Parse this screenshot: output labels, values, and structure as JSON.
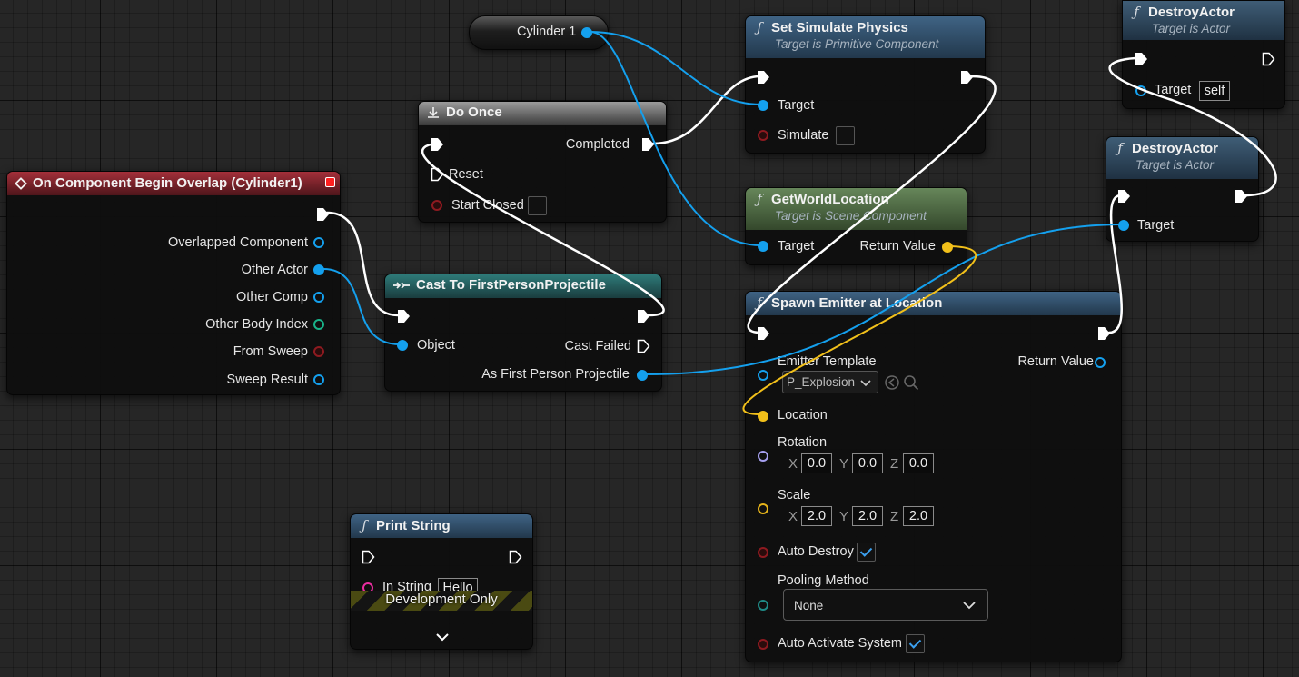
{
  "variable": {
    "label": "Cylinder 1"
  },
  "event_node": {
    "title": "On Component Begin Overlap (Cylinder1)",
    "pins": [
      "Overlapped Component",
      "Other Actor",
      "Other Comp",
      "Other Body Index",
      "From Sweep",
      "Sweep Result"
    ]
  },
  "do_once": {
    "title": "Do Once",
    "completed": "Completed",
    "reset": "Reset",
    "start_closed": "Start Closed"
  },
  "cast": {
    "title": "Cast To FirstPersonProjectile",
    "object": "Object",
    "cast_failed": "Cast Failed",
    "as_output": "As First Person Projectile"
  },
  "set_simulate": {
    "title": "Set Simulate Physics",
    "subtitle": "Target is Primitive Component",
    "target": "Target",
    "simulate": "Simulate"
  },
  "get_world": {
    "title": "GetWorldLocation",
    "subtitle": "Target is Scene Component",
    "target": "Target",
    "return_value": "Return Value"
  },
  "destroy1": {
    "title": "DestroyActor",
    "subtitle": "Target is Actor",
    "target": "Target",
    "self": "self"
  },
  "destroy2": {
    "title": "DestroyActor",
    "subtitle": "Target is Actor",
    "target": "Target"
  },
  "spawn": {
    "title": "Spawn Emitter at Location",
    "emitter_template": "Emitter Template",
    "emitter_value": "P_Explosion",
    "return_value": "Return Value",
    "location": "Location",
    "rotation": "Rotation",
    "rotation_values": {
      "x": "0.0",
      "y": "0.0",
      "z": "0.0"
    },
    "scale": "Scale",
    "scale_values": {
      "x": "2.0",
      "y": "2.0",
      "z": "2.0"
    },
    "auto_destroy": "Auto Destroy",
    "pooling_method": "Pooling Method",
    "pooling_value": "None",
    "auto_activate": "Auto Activate System",
    "axis_x": "X",
    "axis_y": "Y",
    "axis_z": "Z"
  },
  "print_string": {
    "title": "Print String",
    "in_string": "In String",
    "in_string_value": "Hello",
    "dev_only": "Development Only"
  },
  "colors": {
    "exec_wire": "#ffffff",
    "object_wire": "#14a0ee",
    "vector_wire": "#f2c01a",
    "checkbox_accent": "#3ba0f0"
  }
}
